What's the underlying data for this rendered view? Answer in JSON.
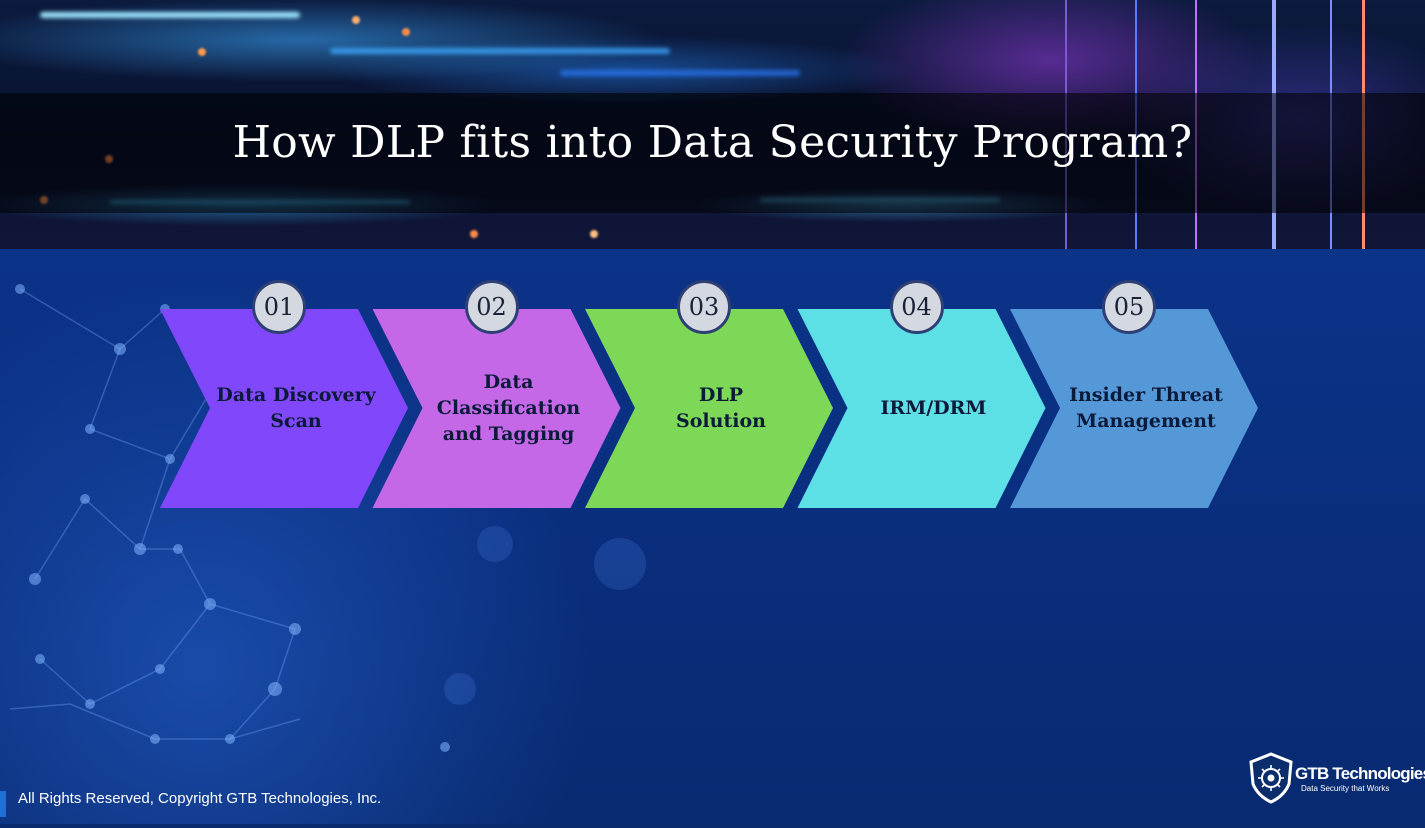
{
  "slide": {
    "title": "How DLP fits into Data Security Program?",
    "footer": "All Rights Reserved, Copyright GTB Technologies, Inc."
  },
  "steps": [
    {
      "number": "01",
      "label_lines": [
        "Data Discovery",
        "Scan"
      ],
      "color": "#8048fa"
    },
    {
      "number": "02",
      "label_lines": [
        "Data",
        "Classification",
        "and Tagging"
      ],
      "color": "#c468e8"
    },
    {
      "number": "03",
      "label_lines": [
        "DLP",
        "Solution"
      ],
      "color": "#7ed857"
    },
    {
      "number": "04",
      "label_lines": [
        "IRM/DRM"
      ],
      "color": "#5ce0e6"
    },
    {
      "number": "05",
      "label_lines": [
        "Insider Threat",
        "Management"
      ],
      "color": "#5598d8"
    }
  ],
  "logo": {
    "name": "GTB Technologies",
    "tagline": "Data Security that Works",
    "icon": "shield-icon"
  },
  "colors": {
    "background": "#0a2a6e",
    "title_band": "#000000",
    "number_circle": "#d4d8e0",
    "label_text": "#0c1a3a"
  }
}
